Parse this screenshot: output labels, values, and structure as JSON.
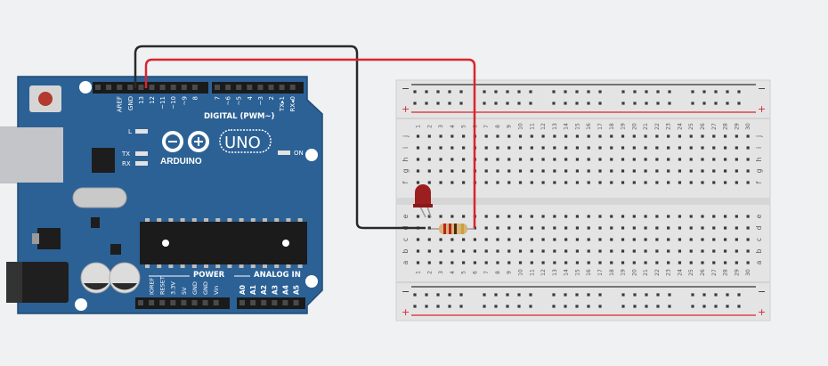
{
  "arduino": {
    "board_name": "UNO",
    "brand": "ARDUINO",
    "digital_label": "DIGITAL (PWM~)",
    "power_label": "POWER",
    "analog_label": "ANALOG IN",
    "on_label": "ON",
    "l_label": "L",
    "tx_label": "TX",
    "rx_label": "RX",
    "top_pins": [
      "AREF",
      "GND",
      "13",
      "12",
      "~11",
      "~10",
      "~9",
      "8",
      "7",
      "~6",
      "~5",
      "4",
      "~3",
      "2",
      "TX▸1",
      "RX◂0"
    ],
    "power_pins": [
      "IOREF",
      "RESET",
      "3.3V",
      "5V",
      "GND",
      "GND",
      "Vin"
    ],
    "analog_pins": [
      "A0",
      "A1",
      "A2",
      "A3",
      "A4",
      "A5"
    ]
  },
  "breadboard": {
    "minus_label": "−",
    "plus_label": "+",
    "upper_rows": [
      "j",
      "i",
      "h",
      "g",
      "f"
    ],
    "lower_rows": [
      "e",
      "d",
      "c",
      "b",
      "a"
    ],
    "columns": [
      "1",
      "2",
      "3",
      "4",
      "5",
      "6",
      "7",
      "8",
      "9",
      "10",
      "11",
      "12",
      "13",
      "14",
      "15",
      "16",
      "17",
      "18",
      "19",
      "20",
      "21",
      "22",
      "23",
      "24",
      "25",
      "26",
      "27",
      "28",
      "29",
      "30"
    ]
  },
  "colors": {
    "board": "#2c6195",
    "wire_black": "#2a2a2a",
    "wire_red": "#d7262e",
    "led": "#9c1f1f",
    "breadboard": "#e4e4e4"
  }
}
